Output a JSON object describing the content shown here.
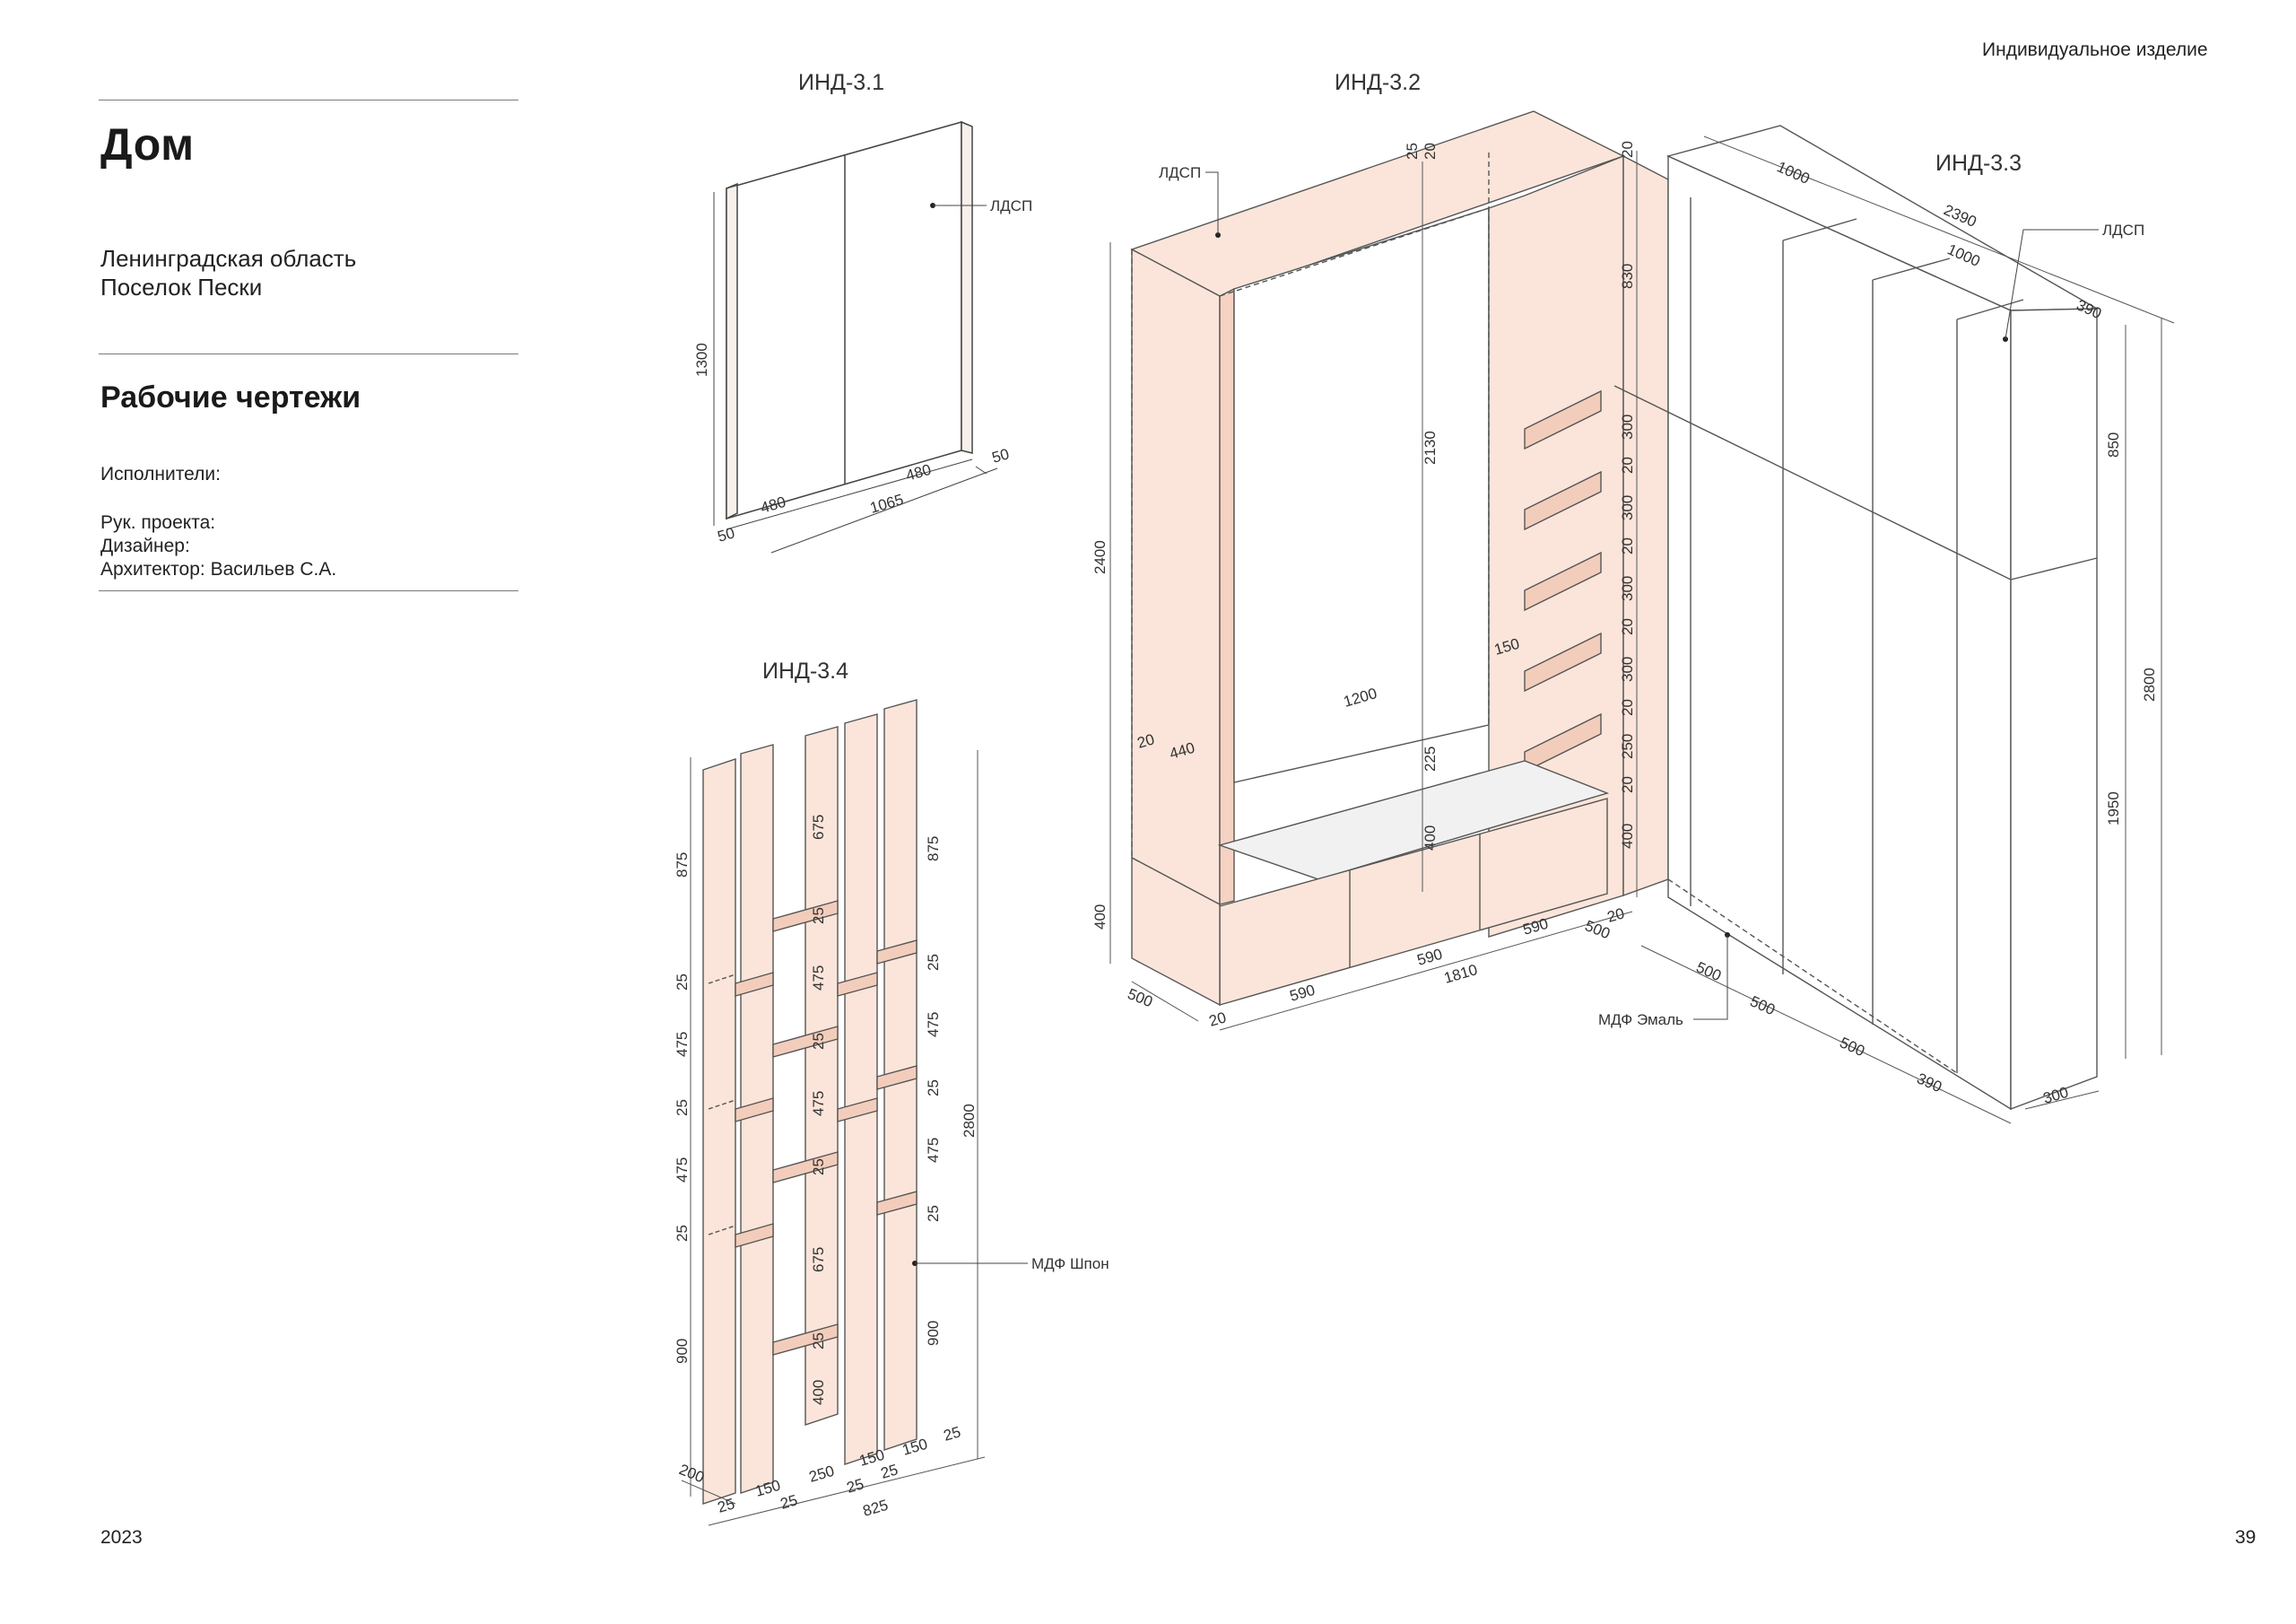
{
  "header": {
    "corner_label": "Индивидуальное изделие"
  },
  "sidebar": {
    "project": "Дом",
    "address_line1": "Ленинградская область",
    "address_line2": "Поселок Пески",
    "section": "Рабочие чертежи",
    "team_label": "Исполнители:",
    "manager": "Рук. проекта:",
    "designer": "Дизайнер:",
    "architect": "Архитектор: Васильев С.А."
  },
  "footer": {
    "year": "2023",
    "page": "39"
  },
  "views": {
    "v31": "ИНД-3.1",
    "v32": "ИНД-3.2",
    "v33": "ИНД-3.3",
    "v34": "ИНД-3.4"
  },
  "materials": {
    "ldsp": "ЛДСП",
    "mdf_enamel": "МДФ Эмаль",
    "mdf_veneer": "МДФ Шпон"
  },
  "dims31": {
    "h": "1300",
    "w1": "480",
    "w2": "480",
    "total": "1065",
    "d1": "50",
    "d2": "50"
  },
  "dims32": {
    "height": "2400",
    "top_a": "25",
    "top_b": "20",
    "inner": "2130",
    "base": "400",
    "opening": "1200",
    "left": "440",
    "side": "20",
    "shelf_d": "150",
    "seat": "225",
    "seat_h": "400",
    "drawer1": "590",
    "drawer2": "590",
    "drawer3": "590",
    "total": "1810",
    "depth": "500",
    "d_small": "20",
    "right_a": "500",
    "right_b": "20",
    "col_top": "830",
    "col_top_b": "20",
    "s1": "300",
    "s2": "300",
    "s3": "300",
    "s4": "300",
    "s5": "250",
    "s6": "400",
    "g": "20"
  },
  "dims33": {
    "w1000a": "1000",
    "w2390": "2390",
    "w1000b": "1000",
    "w390": "390",
    "h850": "850",
    "h2800": "2800",
    "h1950": "1950",
    "b500a": "500",
    "b500b": "500",
    "b500c": "500",
    "b390": "390",
    "b300": "300"
  },
  "dims34": {
    "l875": "875",
    "l25a": "25",
    "l475a": "475",
    "l25b": "25",
    "l475b": "475",
    "l25c": "25",
    "l900": "900",
    "c675a": "675",
    "c25a": "25",
    "c475a": "475",
    "c25b": "25",
    "c475b": "475",
    "c25c": "25",
    "c675b": "675",
    "c25d": "25",
    "c400": "400",
    "r875": "875",
    "r25a": "25",
    "r475a": "475",
    "r25b": "25",
    "r475b": "475",
    "r25c": "25",
    "r900": "900",
    "h2800": "2800",
    "b200": "200",
    "b25a": "25",
    "b150a": "150",
    "b25b": "25",
    "b250": "250",
    "b25c": "25",
    "b150b": "150",
    "b25d": "25",
    "b150c": "150",
    "b25e": "25",
    "total": "825"
  }
}
